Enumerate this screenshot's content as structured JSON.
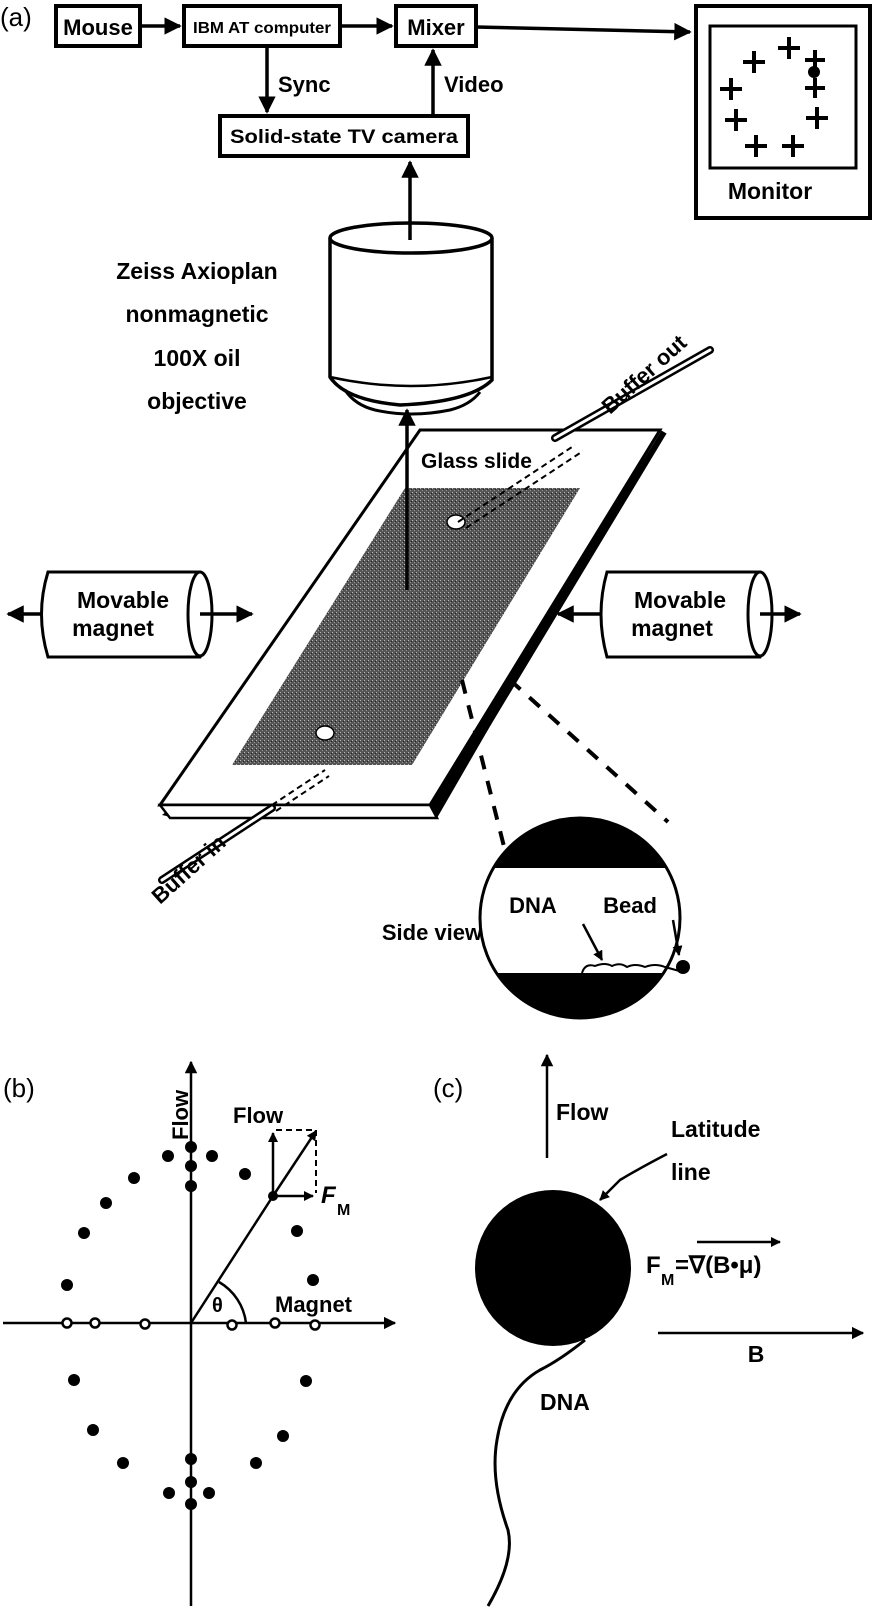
{
  "panels": {
    "a": {
      "label": "(a)",
      "blocks": {
        "mouse": "Mouse",
        "computer": "IBM AT computer",
        "mixer": "Mixer",
        "camera": "Solid-state TV camera",
        "monitor": "Monitor"
      },
      "signals": {
        "sync": "Sync",
        "video": "Video"
      },
      "objective_label": [
        "Zeiss Axioplan",
        "nonmagnetic",
        "100X oil",
        "objective"
      ],
      "glass_slide": "Glass slide",
      "buffer_out": "Buffer out",
      "buffer_in": "Buffer in",
      "magnet_left": [
        "Movable",
        "magnet"
      ],
      "magnet_right": [
        "Movable",
        "magnet"
      ],
      "side_view": "Side view",
      "inset": {
        "dna": "DNA",
        "bead": "Bead"
      }
    },
    "b": {
      "label": "(b)",
      "axis_vertical": "Flow",
      "axis_horizontal": "Magnet",
      "flow_vector": "Flow",
      "force": "F",
      "force_sub": "M",
      "angle": "θ"
    },
    "c": {
      "label": "(c)",
      "flow": "Flow",
      "latitude": [
        "Latitude",
        "line"
      ],
      "equation_f": "F",
      "equation_sub": "M",
      "equation_rest": "=∇(B•μ)",
      "field": "B",
      "dna": "DNA"
    }
  },
  "colors": {
    "ink": "#000000",
    "paper": "#ffffff",
    "slide_shade": "#3a3a3a"
  }
}
